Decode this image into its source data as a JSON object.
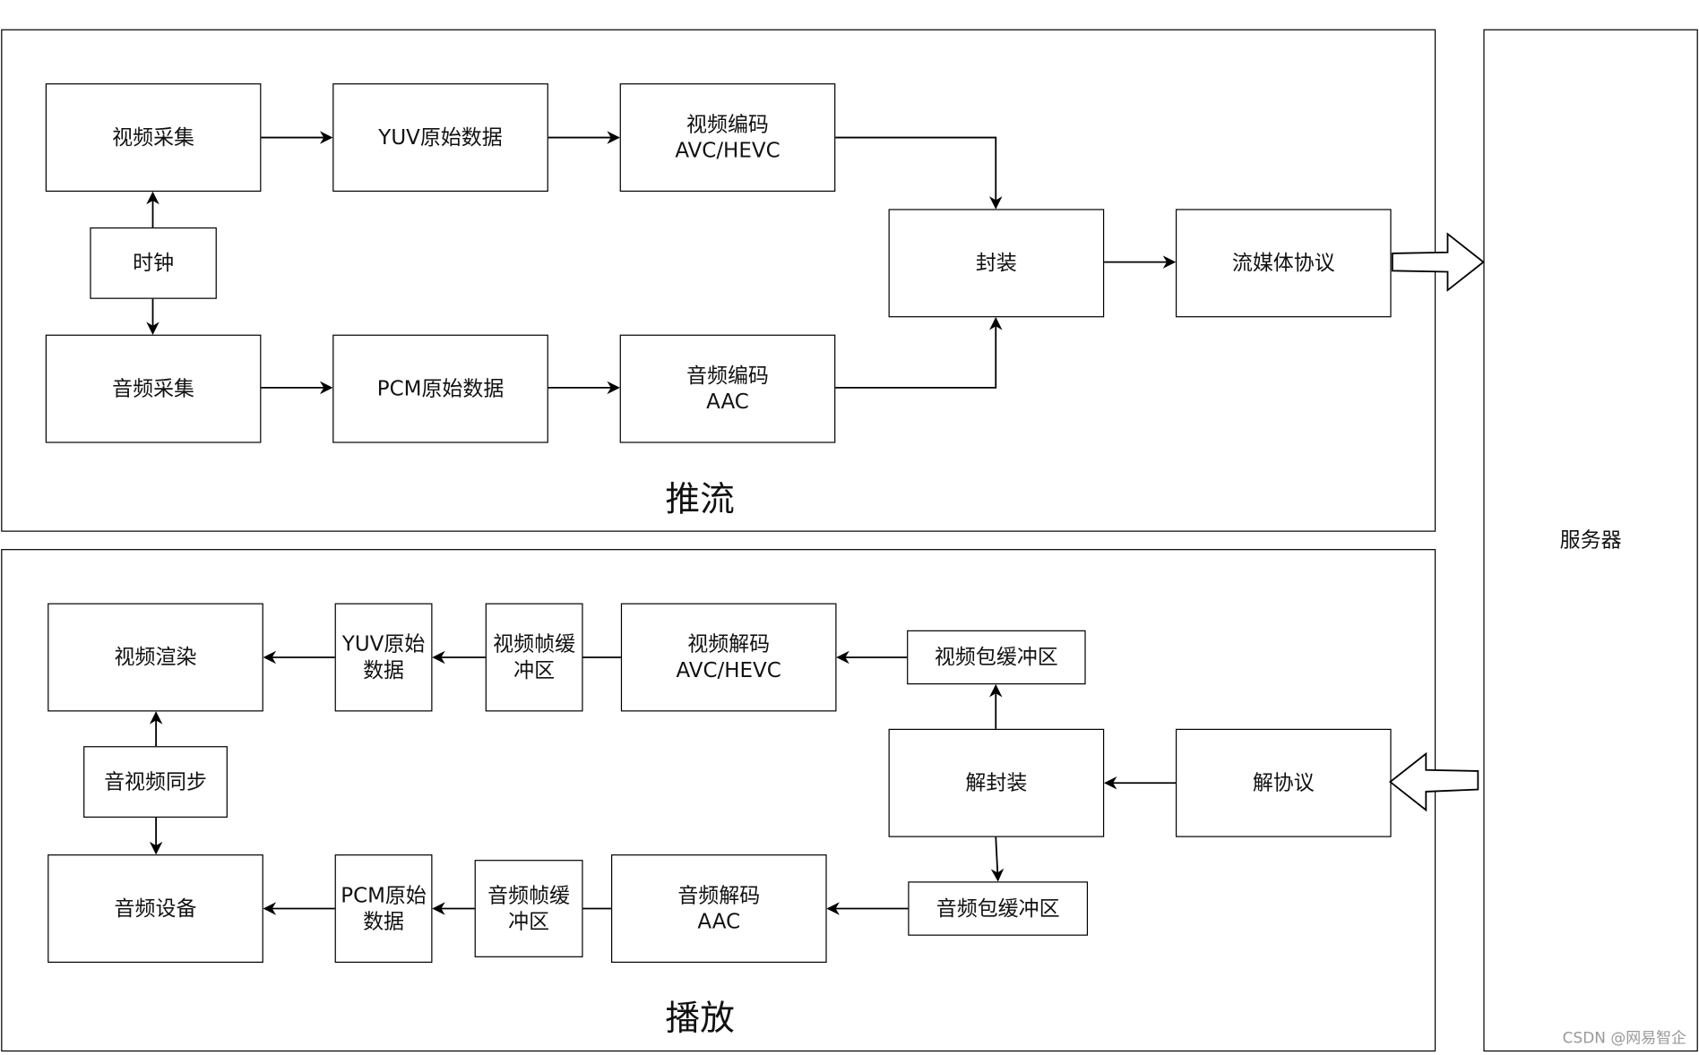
{
  "groups": {
    "push_label": "推流",
    "play_label": "播放"
  },
  "push": {
    "video_capture": "视频采集",
    "yuv_raw": "YUV原始数据",
    "video_encode": "视频编码\nAVC/HEVC",
    "clock": "时钟",
    "audio_capture": "音频采集",
    "pcm_raw": "PCM原始数据",
    "audio_encode": "音频编码\nAAC",
    "mux": "封装",
    "stream_protocol": "流媒体协议"
  },
  "server": {
    "label": "服务器"
  },
  "play": {
    "video_render": "视频渲染",
    "yuv_raw": "YUV原始\n数据",
    "video_frame_buffer": "视频帧缓\n冲区",
    "video_decode": "视频解码\nAVC/HEVC",
    "video_packet_buffer": "视频包缓冲区",
    "av_sync": "音视频同步",
    "demux": "解封装",
    "deprotocol": "解协议",
    "audio_device": "音频设备",
    "pcm_raw": "PCM原始\n数据",
    "audio_frame_buffer": "音频帧缓\n冲区",
    "audio_decode": "音频解码\nAAC",
    "audio_packet_buffer": "音频包缓冲区"
  },
  "watermark": "CSDN @网易智企"
}
